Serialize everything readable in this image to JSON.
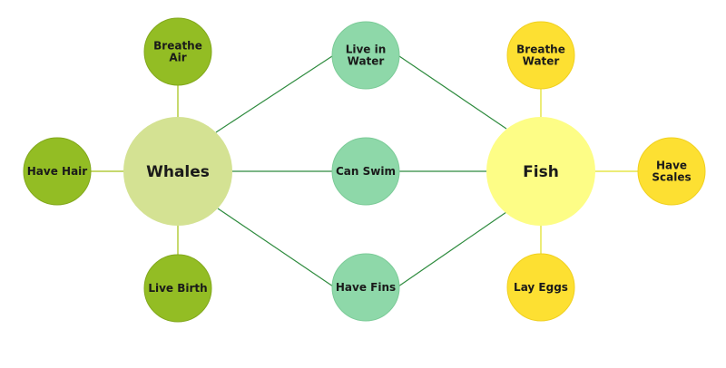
{
  "colors": {
    "whales_main": "#d4e293",
    "whales_leaf": "#93bd24",
    "whales_leaf_border": "#82a81c",
    "whales_line": "#b4cc3e",
    "shared": "#8ed8a9",
    "shared_border": "#7ccb98",
    "shared_line": "#2e8b3e",
    "fish_main": "#fdfd86",
    "fish_leaf": "#fde032",
    "fish_leaf_border": "#f0d020",
    "fish_line": "#e6e64a"
  },
  "whales": {
    "title": "Whales",
    "breathe_air": [
      "Breathe",
      "Air"
    ],
    "have_hair": [
      "Have Hair"
    ],
    "live_birth": [
      "Live Birth"
    ]
  },
  "shared": {
    "live_in_water": [
      "Live in",
      "Water"
    ],
    "can_swim": [
      "Can Swim"
    ],
    "have_fins": [
      "Have Fins"
    ]
  },
  "fish": {
    "title": "Fish",
    "breathe_water": [
      "Breathe",
      "Water"
    ],
    "have_scales": [
      "Have",
      "Scales"
    ],
    "lay_eggs": [
      "Lay Eggs"
    ]
  }
}
